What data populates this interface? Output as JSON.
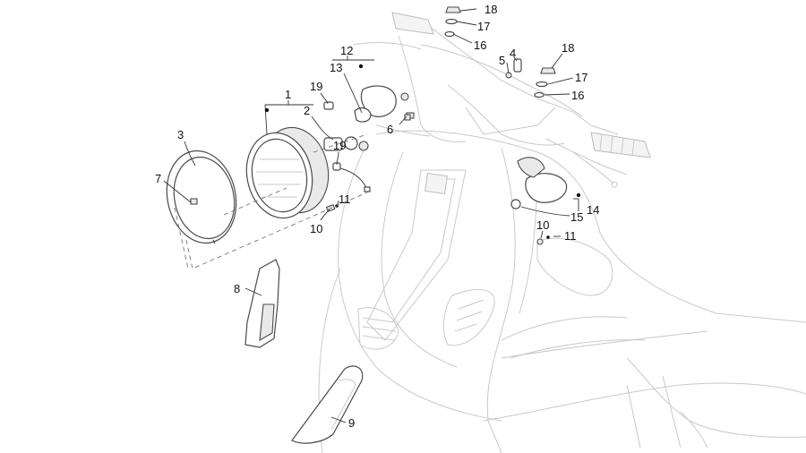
{
  "diagram": {
    "callouts": {
      "c1": "1",
      "c2": "2",
      "c3": "3",
      "c4": "4",
      "c5": "5",
      "c6": "6",
      "c7": "7",
      "c8": "8",
      "c9": "9",
      "c10a": "10",
      "c10b": "10",
      "c11a": "11",
      "c11b": "11",
      "c12": "12",
      "c13": "13",
      "c14": "14",
      "c15": "15",
      "c16a": "16",
      "c16b": "16",
      "c17a": "17",
      "c17b": "17",
      "c18a": "18",
      "c18b": "18",
      "c19a": "19",
      "c19b": "19"
    }
  }
}
